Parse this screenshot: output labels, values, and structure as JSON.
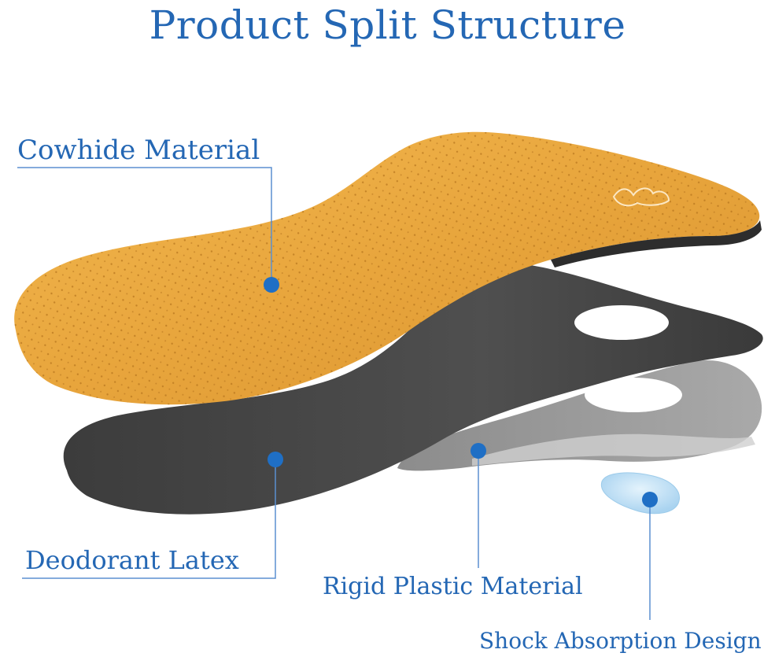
{
  "title": "Product Split Structure",
  "components": {
    "cowhide": {
      "label": "Cowhide Material"
    },
    "latex": {
      "label": "Deodorant Latex"
    },
    "plastic": {
      "label": "Rigid Plastic Material"
    },
    "shock": {
      "label": "Shock Absorption Design"
    }
  },
  "colors": {
    "text": "#2467b4",
    "dot": "#1f6fc5",
    "leather": "#e8a53c",
    "latex": "#4a4a4a",
    "plastic": "#9a9a9a",
    "gel": "#bfe0f5"
  }
}
